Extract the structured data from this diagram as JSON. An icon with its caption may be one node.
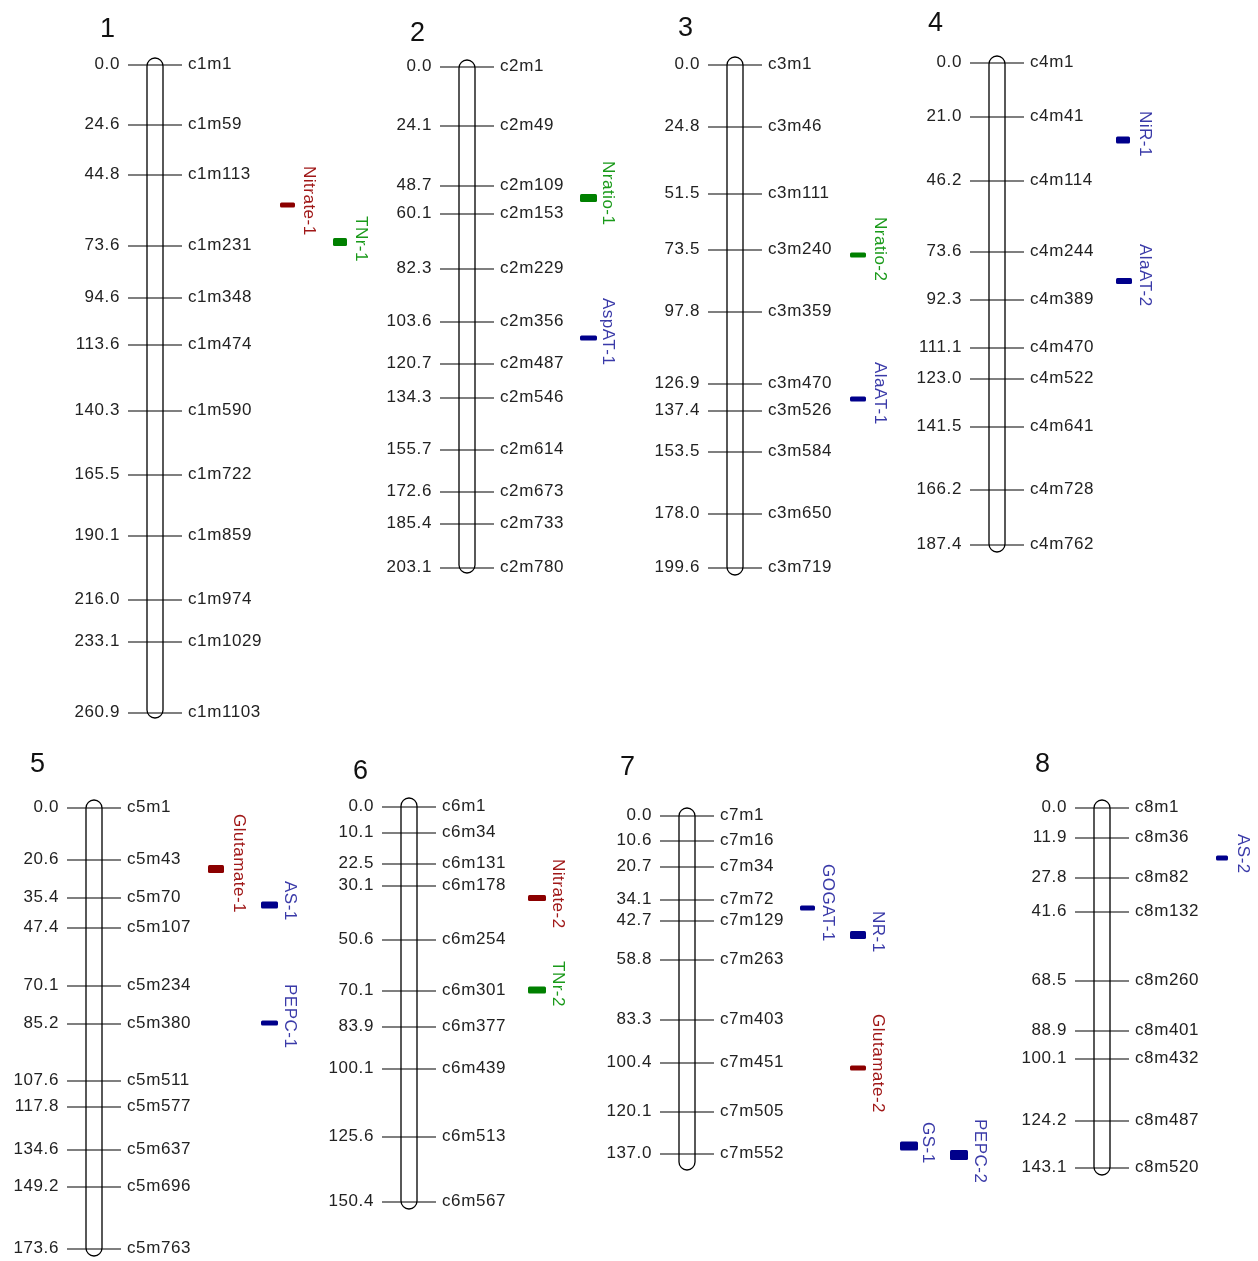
{
  "diagram": {
    "nodes": [
      {
        "text": [],
        "shape": "bar",
        "beside": [
          "1",
          "0.0",
          "c1m1",
          "24.6",
          "c1m59",
          "44.8",
          "c1m113",
          "73.6",
          "c1m231",
          "94.6",
          "c1m348",
          "113.6",
          "c1m474",
          "140.3",
          "c1m590",
          "165.5",
          "c1m722",
          "190.1",
          "c1m859",
          "216.0",
          "c1m974",
          "233.1",
          "c1m1029",
          "260.9",
          "c1m1103"
        ]
      },
      {
        "text": [
          "Nitrate-1"
        ]
      },
      {
        "text": [
          "TNr-1"
        ]
      },
      {
        "text": [],
        "shape": "bar",
        "beside": [
          "2",
          "0.0",
          "c2m1",
          "24.1",
          "c2m49",
          "48.7",
          "c2m109",
          "60.1",
          "c2m153",
          "82.3",
          "c2m229",
          "103.6",
          "c2m356",
          "120.7",
          "c2m487",
          "134.3",
          "c2m546",
          "155.7",
          "c2m614",
          "172.6",
          "c2m673",
          "185.4",
          "c2m733",
          "203.1",
          "c2m780"
        ]
      },
      {
        "text": [
          "Nratio-1"
        ]
      },
      {
        "text": [
          "AspAT-1"
        ]
      },
      {
        "text": [],
        "shape": "bar",
        "beside": [
          "3",
          "0.0",
          "c3m1",
          "24.8",
          "c3m46",
          "51.5",
          "c3m111",
          "73.5",
          "c3m240",
          "97.8",
          "c3m359",
          "126.9",
          "c3m470",
          "137.4",
          "c3m526",
          "153.5",
          "c3m584",
          "178.0",
          "c3m650",
          "199.6",
          "c3m719"
        ]
      },
      {
        "text": [
          "Nratio-2"
        ]
      },
      {
        "text": [
          "AlaAT-1"
        ]
      },
      {
        "text": [],
        "shape": "bar",
        "beside": [
          "4",
          "0.0",
          "c4m1",
          "21.0",
          "c4m41",
          "46.2",
          "c4m114",
          "73.6",
          "c4m244",
          "92.3",
          "c4m389",
          "111.1",
          "c4m470",
          "123.0",
          "c4m522",
          "141.5",
          "c4m641",
          "166.2",
          "c4m728",
          "187.4",
          "c4m762"
        ]
      },
      {
        "text": [
          "NiR-1"
        ]
      },
      {
        "text": [
          "AlaAT-2"
        ]
      },
      {
        "text": [],
        "shape": "bar",
        "beside": [
          "5",
          "0.0",
          "c5m1",
          "20.6",
          "c5m43",
          "35.4",
          "c5m70",
          "47.4",
          "c5m107",
          "70.1",
          "c5m234",
          "85.2",
          "c5m380",
          "107.6",
          "c5m511",
          "117.8",
          "c5m577",
          "134.6",
          "c5m637",
          "149.2",
          "c5m696",
          "173.6",
          "c5m763"
        ]
      },
      {
        "text": [
          "Glutamate-1"
        ]
      },
      {
        "text": [
          "AS-1"
        ]
      },
      {
        "text": [
          "PEPC-1"
        ]
      },
      {
        "text": [],
        "shape": "bar",
        "beside": [
          "6",
          "0.0",
          "c6m1",
          "10.1",
          "c6m34",
          "22.5",
          "c6m131",
          "30.1",
          "c6m178",
          "50.6",
          "c6m254",
          "70.1",
          "c6m301",
          "83.9",
          "c6m377",
          "100.1",
          "c6m439",
          "125.6",
          "c6m513",
          "150.4",
          "c6m567"
        ]
      },
      {
        "text": [
          "Nitrate-2"
        ]
      },
      {
        "text": [
          "TNr-2"
        ]
      },
      {
        "text": [],
        "shape": "bar",
        "beside": [
          "7",
          "0.0",
          "c7m1",
          "10.6",
          "c7m16",
          "20.7",
          "c7m34",
          "34.1",
          "c7m72",
          "42.7",
          "c7m129",
          "58.8",
          "c7m263",
          "83.3",
          "c7m403",
          "100.4",
          "c7m451",
          "120.1",
          "c7m505",
          "137.0",
          "c7m552"
        ]
      },
      {
        "text": [
          "GOGAT-1"
        ]
      },
      {
        "text": [
          "NR-1"
        ]
      },
      {
        "text": [
          "Glutamate-2"
        ]
      },
      {
        "text": [
          "GS-1"
        ]
      },
      {
        "text": [
          "PEPC-2"
        ]
      },
      {
        "text": [],
        "shape": "bar",
        "beside": [
          "8",
          "0.0",
          "c8m1",
          "11.9",
          "c8m36",
          "27.8",
          "c8m82",
          "41.6",
          "c8m132",
          "68.5",
          "c8m260",
          "88.9",
          "c8m401",
          "100.1",
          "c8m432",
          "124.2",
          "c8m487",
          "143.1",
          "c8m520"
        ]
      },
      {
        "text": [
          "AS-2"
        ]
      }
    ]
  }
}
